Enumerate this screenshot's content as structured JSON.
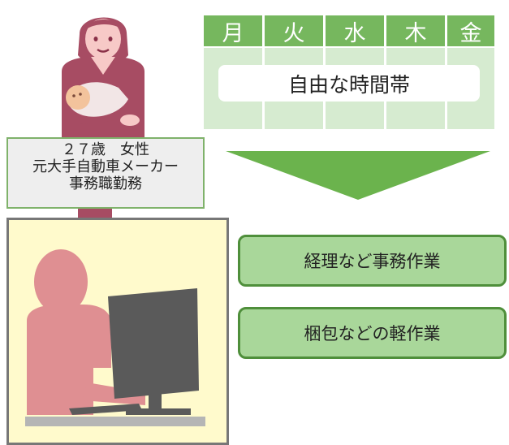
{
  "schedule": {
    "days": [
      "月",
      "火",
      "水",
      "木",
      "金"
    ],
    "free_time_label": "自由な時間帯"
  },
  "profile": {
    "line1": "２７歳　女性",
    "line2": "元大手自動車メーカー",
    "line3": "事務職勤務"
  },
  "tasks": [
    {
      "label": "経理など事務作業"
    },
    {
      "label": "梱包などの軽作業"
    }
  ],
  "colors": {
    "day_header": "#76b75e",
    "schedule_bg": "#d6ebd0",
    "arrow": "#6bb34d",
    "task_fill": "#a9d79a",
    "task_border": "#4f8f3b",
    "mother": "#a74c63",
    "worker": "#df8f92",
    "desk_bg": "#fffacc",
    "monitor": "#5a5a5a"
  }
}
